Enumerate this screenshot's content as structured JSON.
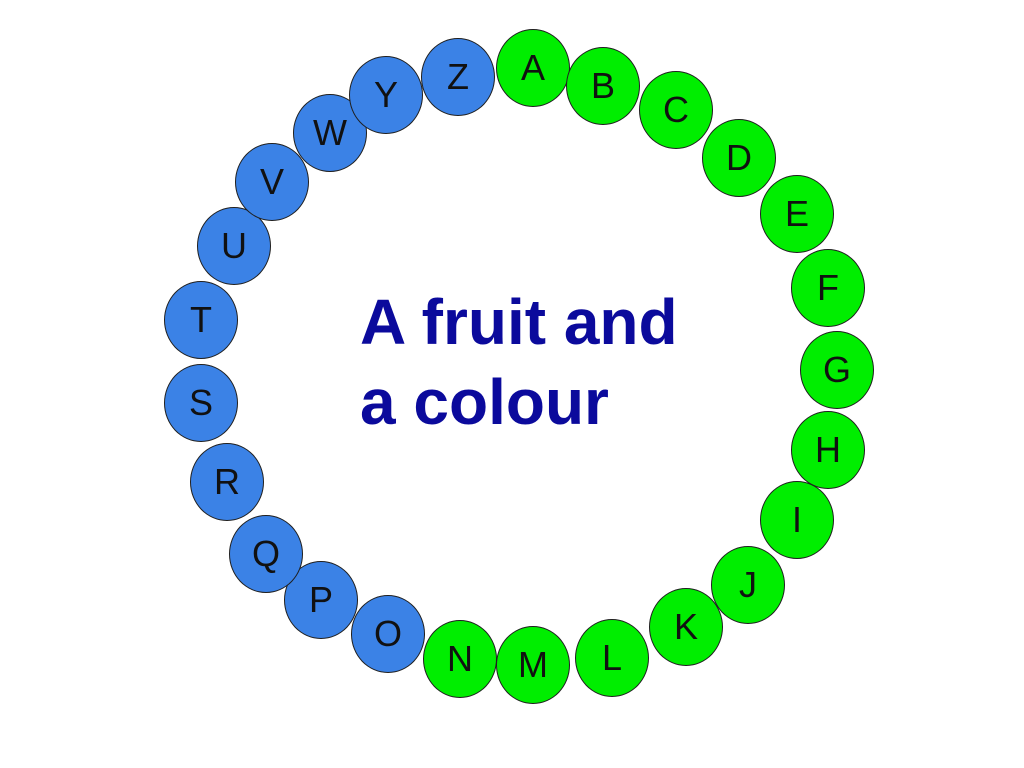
{
  "title": {
    "line1": "A fruit and",
    "line2": "a colour"
  },
  "colors": {
    "green": "#00ee00",
    "blue": "#3b82e6",
    "title": "#0b0a9c"
  },
  "letters": [
    {
      "char": "A",
      "state": "green"
    },
    {
      "char": "B",
      "state": "green"
    },
    {
      "char": "C",
      "state": "green"
    },
    {
      "char": "D",
      "state": "green"
    },
    {
      "char": "E",
      "state": "green"
    },
    {
      "char": "F",
      "state": "green"
    },
    {
      "char": "G",
      "state": "green"
    },
    {
      "char": "H",
      "state": "green"
    },
    {
      "char": "I",
      "state": "green"
    },
    {
      "char": "J",
      "state": "green"
    },
    {
      "char": "K",
      "state": "green"
    },
    {
      "char": "L",
      "state": "green"
    },
    {
      "char": "M",
      "state": "green"
    },
    {
      "char": "N",
      "state": "green"
    },
    {
      "char": "O",
      "state": "blue"
    },
    {
      "char": "P",
      "state": "blue"
    },
    {
      "char": "Q",
      "state": "blue"
    },
    {
      "char": "R",
      "state": "blue"
    },
    {
      "char": "S",
      "state": "blue"
    },
    {
      "char": "T",
      "state": "blue"
    },
    {
      "char": "U",
      "state": "blue"
    },
    {
      "char": "V",
      "state": "blue"
    },
    {
      "char": "W",
      "state": "blue"
    },
    {
      "char": "Y",
      "state": "blue"
    },
    {
      "char": "Z",
      "state": "blue"
    }
  ]
}
